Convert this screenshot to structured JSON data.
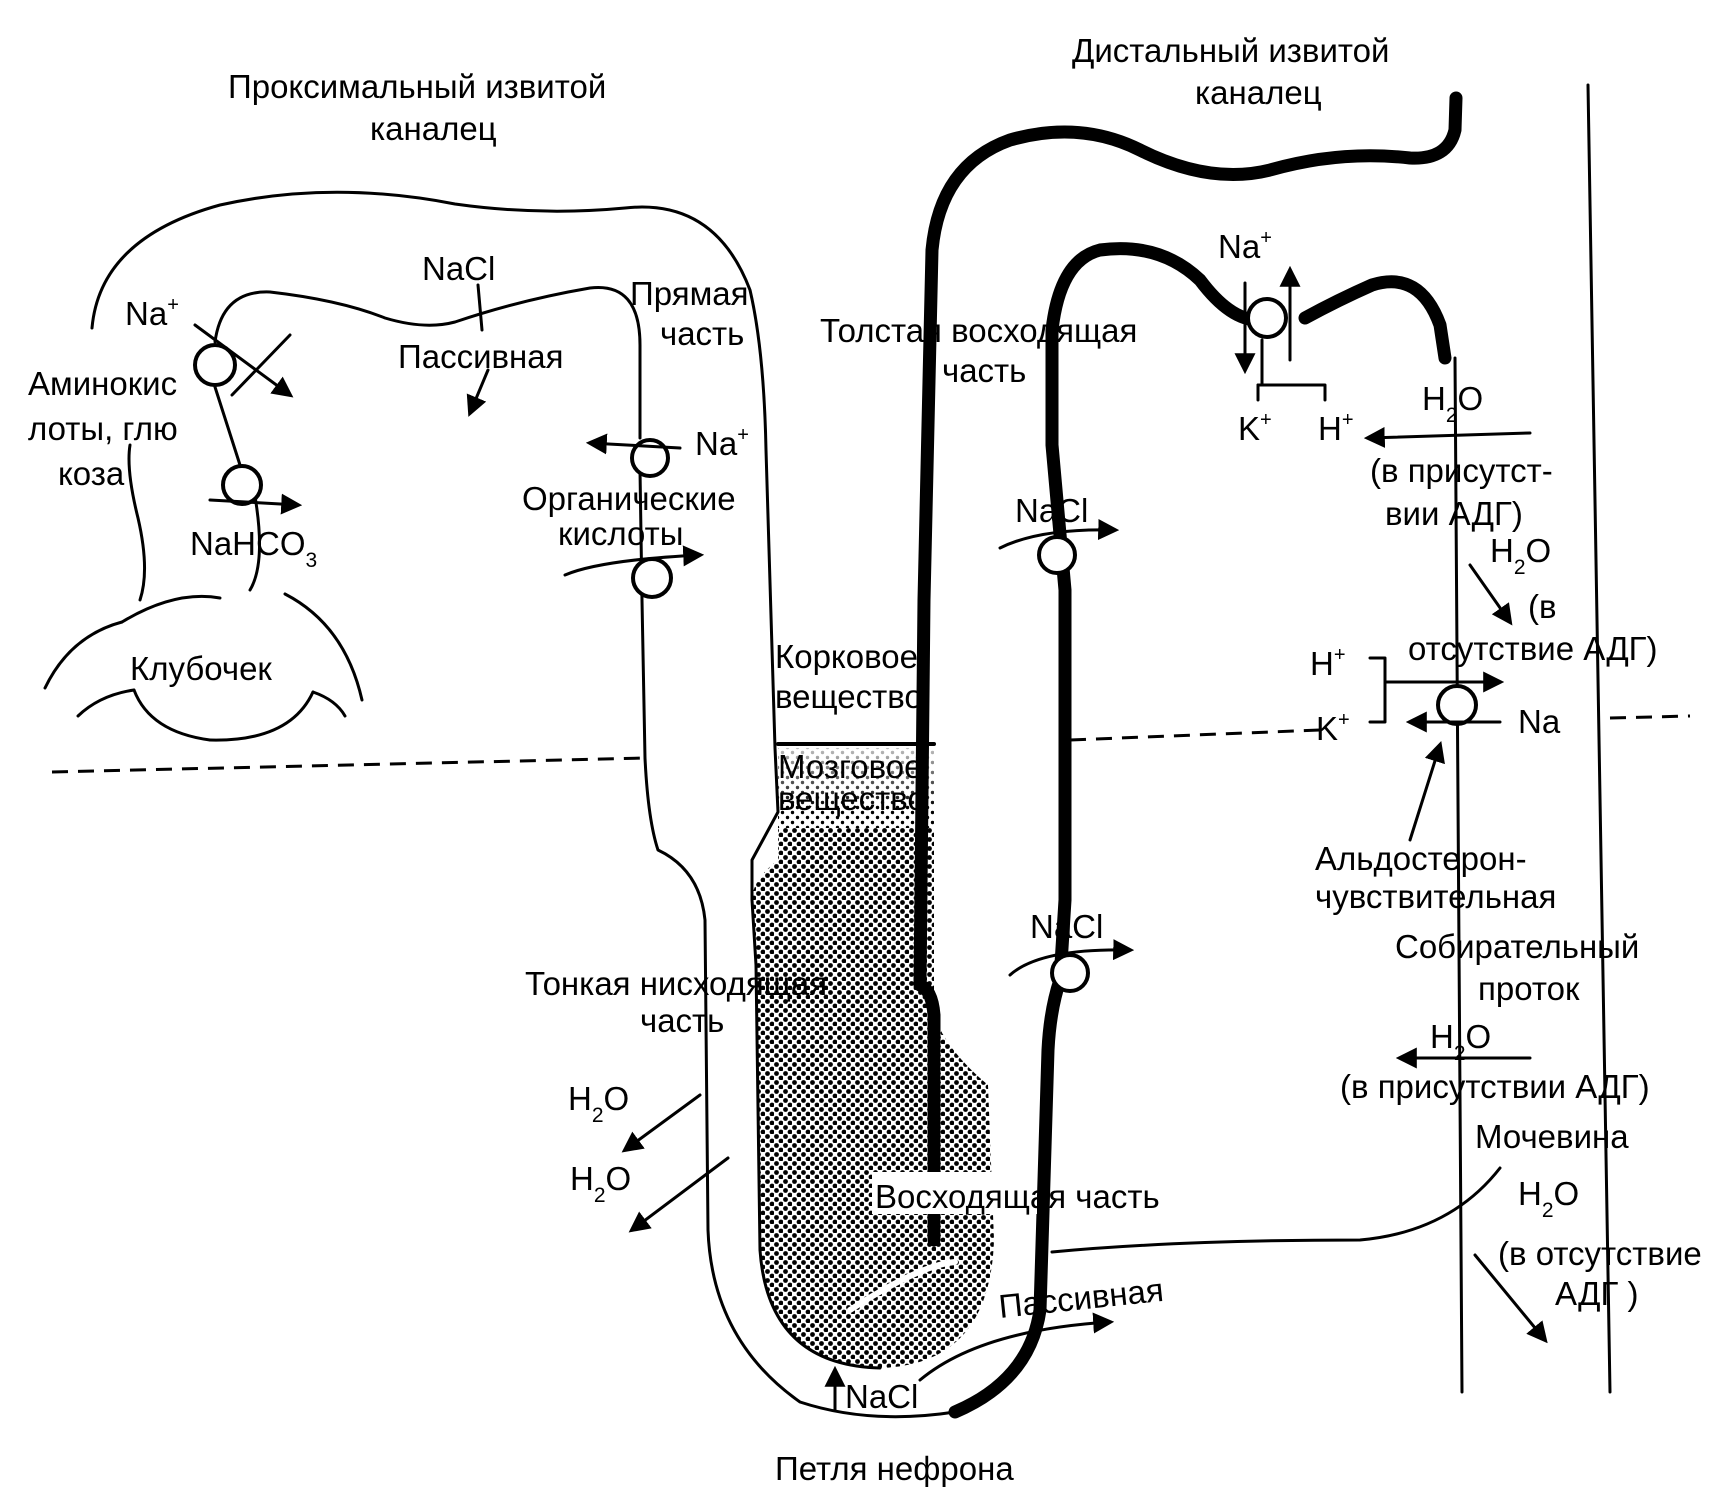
{
  "labels": {
    "proximal_line1": "Проксимальный  извитой",
    "proximal_line2": "каналец",
    "distal_line1": "Дистальный  извитой",
    "distal_line2": "каналец",
    "nacl_prox": "NaCl",
    "passive_prox": "Пассивная",
    "straight_line1": "Прямая",
    "straight_line2": "часть",
    "na_prox": "Na",
    "amino_line1": "Аминокис",
    "amino_line2": "лоты, глю",
    "amino_line3": "коза",
    "nahco3": "NaHCO",
    "nahco3_sub": "3",
    "glomerulus": "Клубочек",
    "na_straight": "Na",
    "organic_line1": "Органические",
    "organic_line2": "кислоты",
    "thick_asc_line1": "Толстая  восходящая",
    "thick_asc_line2": "часть",
    "na_distal": "Na",
    "k_distal": "K",
    "h_distal": "H",
    "h2o_presence": "H",
    "h2o_presence_sub": "2",
    "h2o_presence_o": "O",
    "adh_presence_line1": "(в  присутст-",
    "adh_presence_line2": "вии  АДГ)",
    "h2o_absence": "H",
    "h2o_absence_sub": "2",
    "h2o_absence_o": "O",
    "adh_absence_line1": "(в",
    "adh_absence_line2": "отсутствие  АДГ)",
    "nacl_thick_upper": "NaCl",
    "cortex_line1": "Корковое",
    "cortex_line2": "вещество",
    "medulla_line1": "Мозговое",
    "medulla_line2": "вещество",
    "h_collect": "H",
    "k_collect": "K",
    "na_collect": "Na",
    "aldo_line1": "Альдостерон-",
    "aldo_line2": "чувствительная",
    "collecting_line1": "Собирательный",
    "collecting_line2": "проток",
    "nacl_thick_lower": "NaCl",
    "thin_desc_line1": "Тонкая  нисходящая",
    "thin_desc_line2": "часть",
    "h2o_collect_presence": "H",
    "h2o_collect_presence_sub": "2",
    "h2o_collect_presence_o": "O",
    "adh_collect_presence": "(в  присутствии  АДГ)",
    "urea": "Мочевина",
    "h2o_desc1": "H",
    "h2o_desc1_sub": "2",
    "h2o_desc1_o": "O",
    "h2o_desc2": "H",
    "h2o_desc2_sub": "2",
    "h2o_desc2_o": "O",
    "ascending": "Восходящая  часть",
    "h2o_collect_absence": "H",
    "h2o_collect_absence_sub": "2",
    "h2o_collect_absence_o": "O",
    "adh_collect_absence_line1": "(в  отсутствие",
    "adh_collect_absence_line2": "АДГ )",
    "passive_loop": "Пассивная",
    "nacl_loop": "NaCl",
    "loop": "Петля  нефрона",
    "plus": "+"
  }
}
